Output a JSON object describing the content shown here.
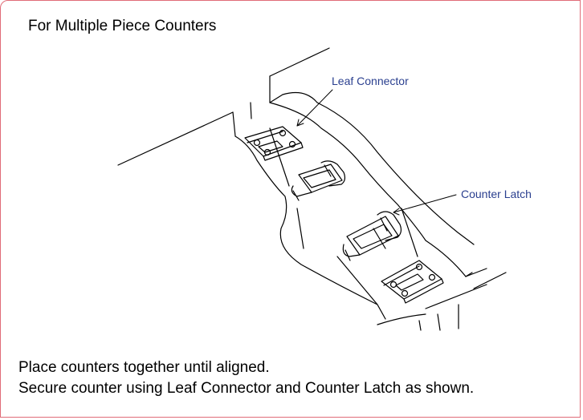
{
  "heading": "For Multiple Piece Counters",
  "callouts": {
    "leaf_connector": "Leaf Connector",
    "counter_latch": "Counter Latch"
  },
  "instructions": [
    "Place counters together until aligned.",
    "Secure counter using Leaf Connector and Counter Latch as shown."
  ],
  "colors": {
    "border": "#e06c78",
    "callout_text": "#2a3f8f",
    "line_art": "#000000"
  }
}
